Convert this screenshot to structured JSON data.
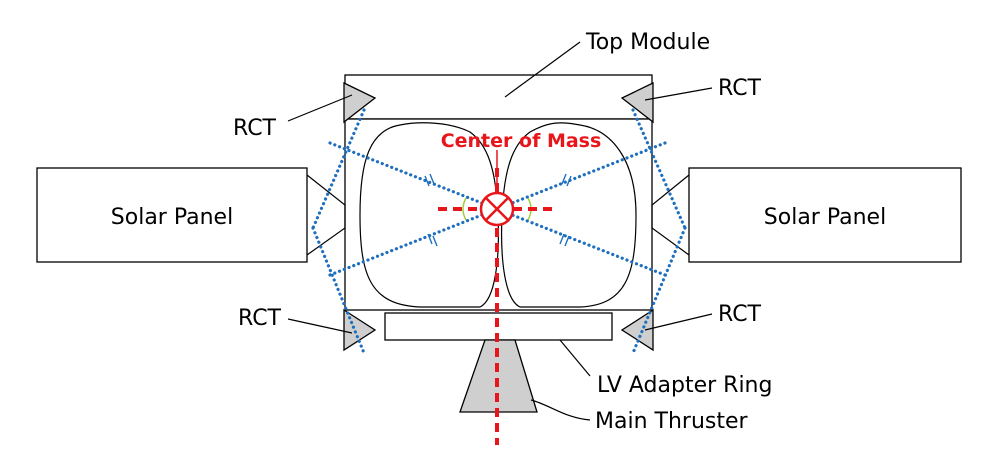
{
  "labels": {
    "top_module": "Top Module",
    "rct_top_left": "RCT",
    "rct_top_right": "RCT",
    "rct_bottom_left": "RCT",
    "rct_bottom_right": "RCT",
    "solar_panel_left": "Solar Panel",
    "solar_panel_right": "Solar Panel",
    "center_of_mass": "Center of Mass",
    "lv_adapter_ring": "LV Adapter Ring",
    "main_thruster": "Main Thruster"
  },
  "colors": {
    "thrust_line": "#1f6fbf",
    "center_axis": "#e8161b",
    "center_label": "#e8161b",
    "thruster_fill": "#cfcfcf",
    "angle_mark": "#9acd32"
  }
}
